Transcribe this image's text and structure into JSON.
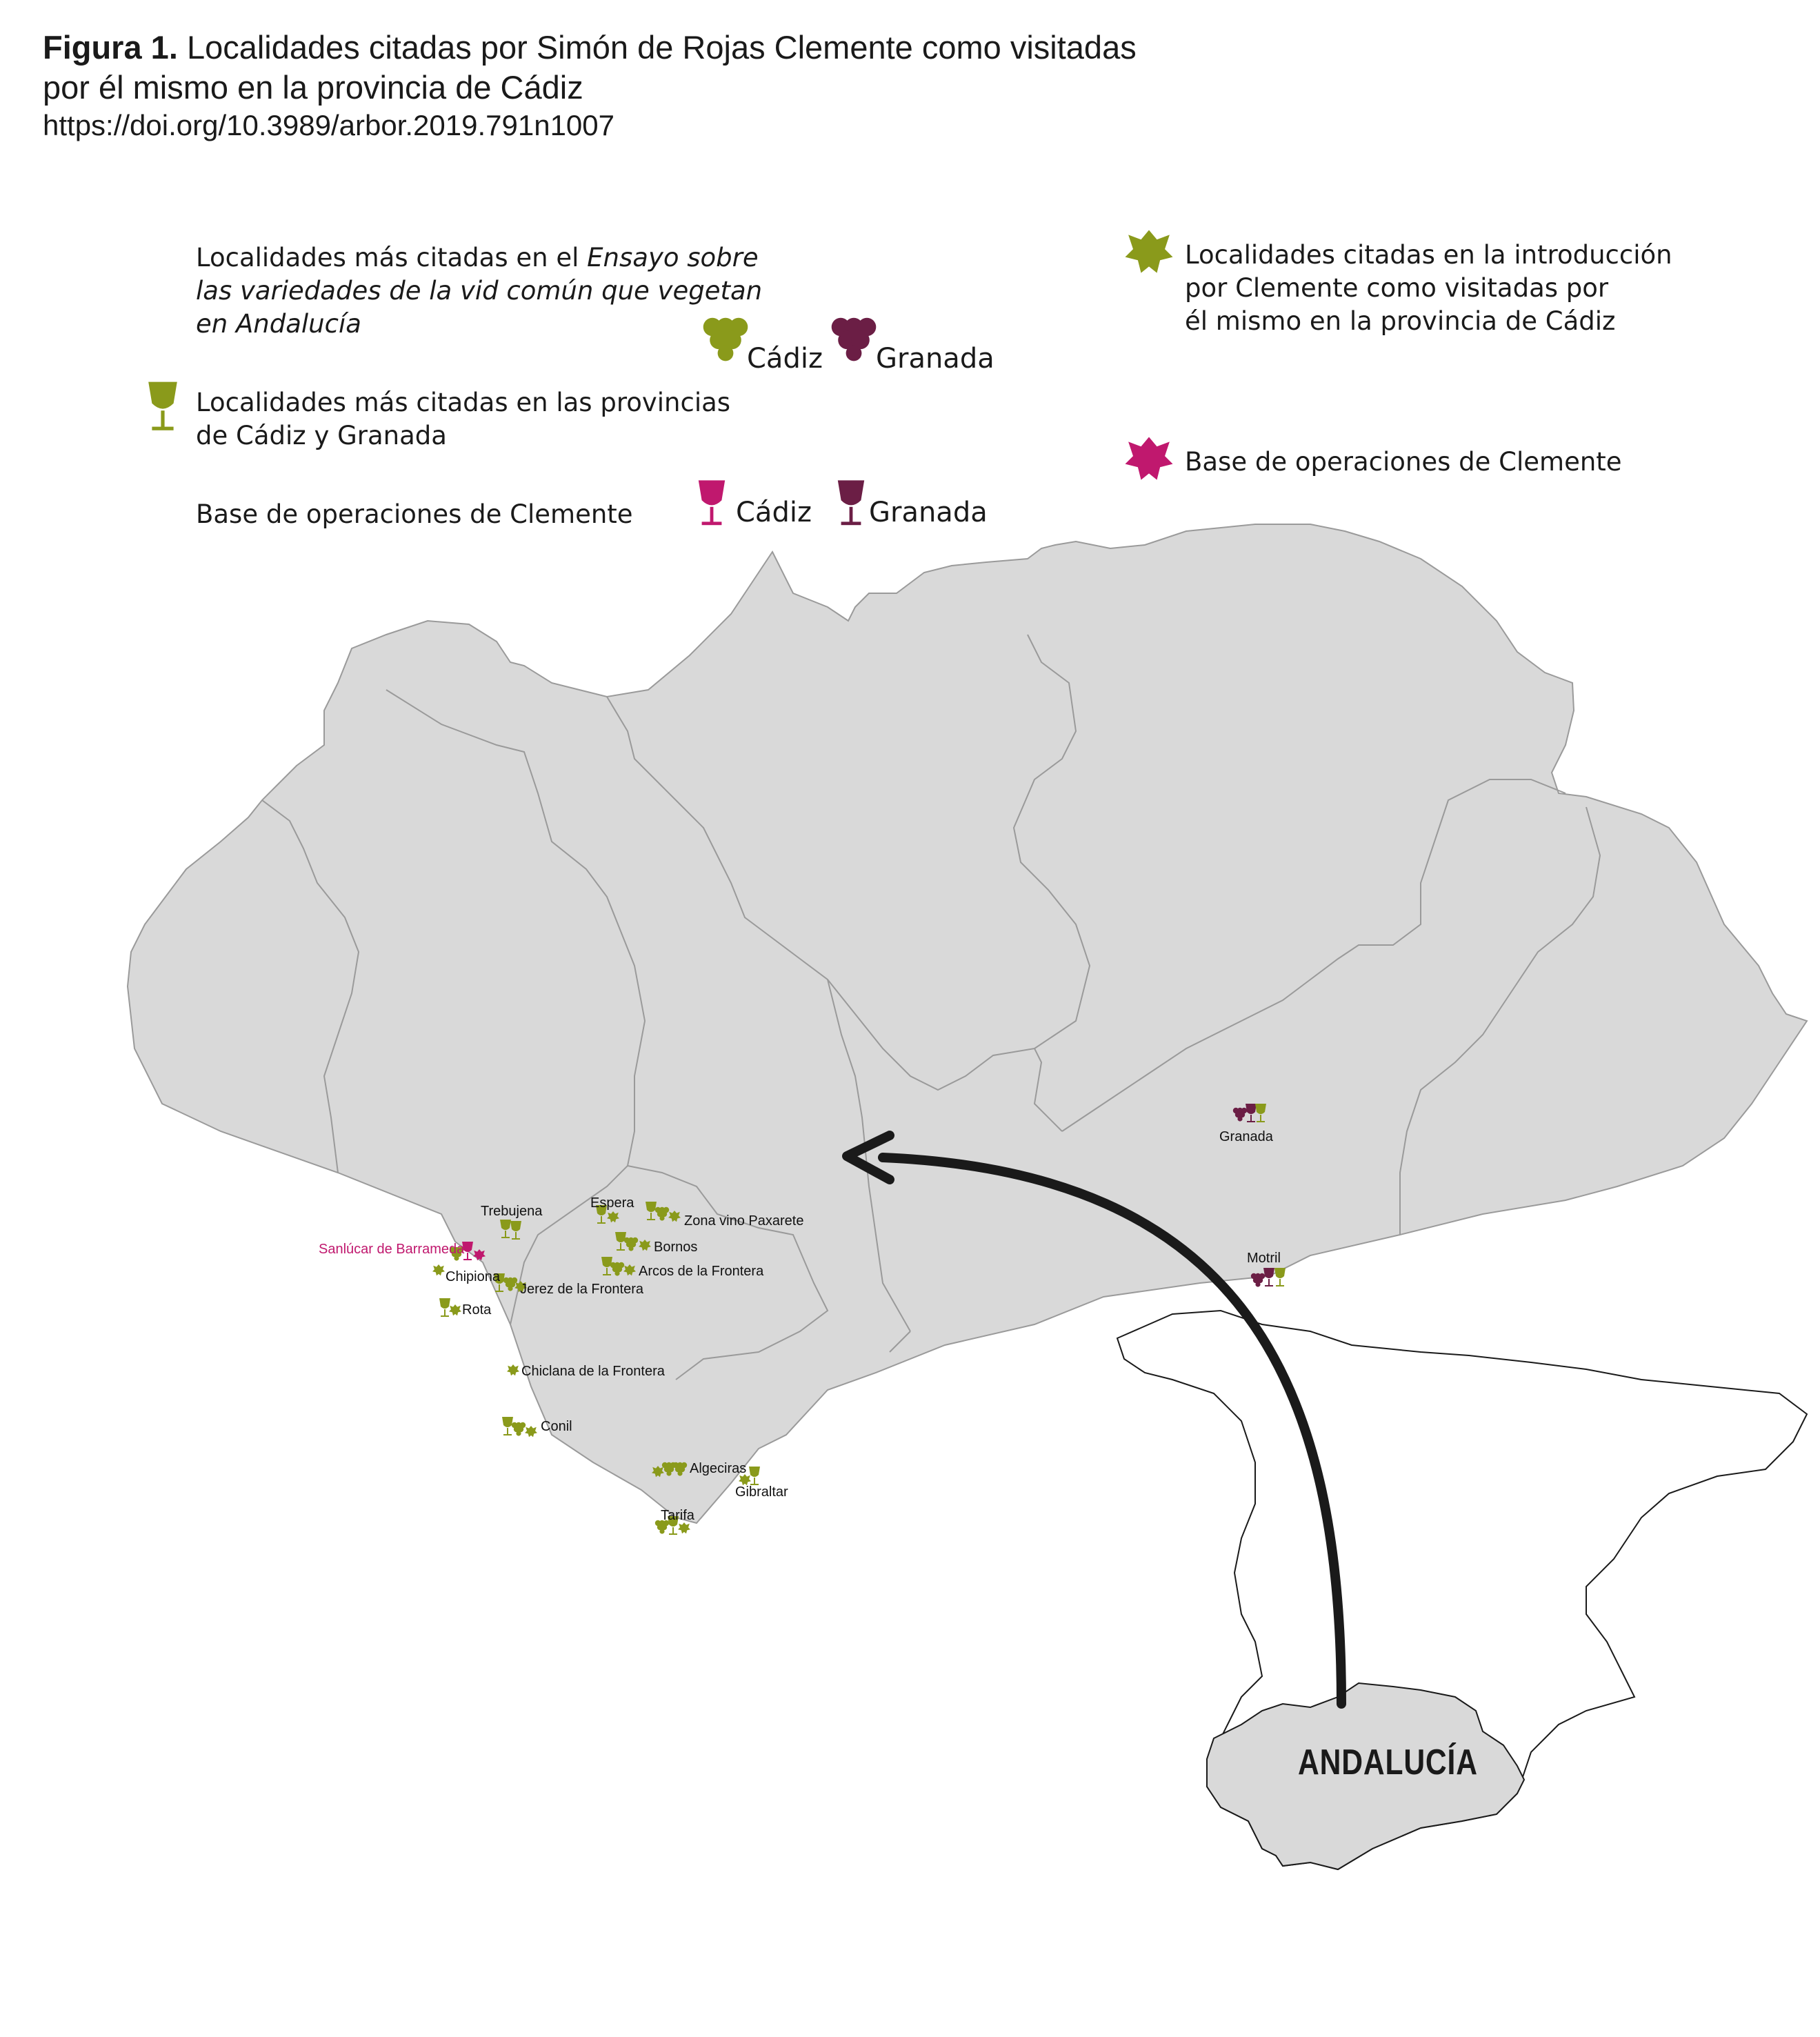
{
  "figure": {
    "label": "Figura 1.",
    "title_line1": "Localidades citadas por Simón de Rojas Clemente como visitadas",
    "title_line2": "por él mismo en la provincia de Cádiz",
    "doi": "https://doi.org/10.3989/arbor.2019.791n1007"
  },
  "legend": {
    "ensayo_prefix": "Localidades más citadas en el ",
    "ensayo_italic1": "Ensayo sobre",
    "ensayo_italic2": "las variedades de la vid común que vegetan",
    "ensayo_italic3": "en Andalucía",
    "cadiz": "Cádiz",
    "granada": "Granada",
    "provincias_line1": "Localidades más citadas en las provincias",
    "provincias_line2": "de Cádiz y Granada",
    "base_left": "Base de operaciones de Clemente",
    "intro_line1": "Localidades citadas en la introducción",
    "intro_line2": "por Clemente como visitadas por",
    "intro_line3": "él mismo en la provincia de Cádiz",
    "base_right": "Base de operaciones de Clemente"
  },
  "colors": {
    "cadiz_green": "#8a9a1b",
    "granada_purple": "#6b1e45",
    "base_magenta": "#c0186e",
    "region_fill": "#d9d9d9",
    "arrow": "#1a1a1a"
  },
  "icons": [
    "grape-cluster-icon",
    "wine-glass-icon",
    "vine-leaf-icon"
  ],
  "towns": {
    "trebujena": "Trebujena",
    "espera": "Espera",
    "paxarete": "Zona vino Paxarete",
    "sanlucar": "Sanlúcar de Barrameda",
    "bornos": "Bornos",
    "chipiona": "Chipiona",
    "arcos": "Arcos de la Frontera",
    "jerez": "Jerez de la Frontera",
    "rota": "Rota",
    "chiclana": "Chiclana de la Frontera",
    "conil": "Conil",
    "algeciras": "Algeciras",
    "gibraltar": "Gibraltar",
    "tarifa": "Tarifa",
    "granada": "Granada",
    "motril": "Motril"
  },
  "inset": {
    "label": "ANDALUCÍA"
  }
}
